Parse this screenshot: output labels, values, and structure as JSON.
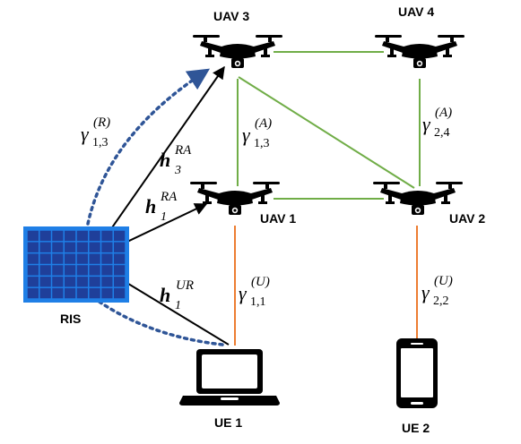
{
  "nodes": {
    "uav1": "UAV 1",
    "uav2": "UAV 2",
    "uav3": "UAV 3",
    "uav4": "UAV 4",
    "ris": "RIS",
    "ue1": "UE 1",
    "ue2": "UE 2"
  },
  "links": {
    "h3ra": {
      "base": "h",
      "sub": "3",
      "sup": "RA"
    },
    "h1ra": {
      "base": "h",
      "sub": "1",
      "sup": "RA"
    },
    "h1ur": {
      "base": "h",
      "sub": "1",
      "sup": "UR"
    },
    "g13r": {
      "base": "γ",
      "sub": "1,3",
      "sup": "(R)"
    },
    "g13a": {
      "base": "γ",
      "sub": "1,3",
      "sup": "(A)"
    },
    "g24a": {
      "base": "γ",
      "sub": "2,4",
      "sup": "(A)"
    },
    "g11u": {
      "base": "γ",
      "sub": "1,1",
      "sup": "(U)"
    },
    "g22u": {
      "base": "γ",
      "sub": "2,2",
      "sup": "(U)"
    }
  },
  "colors": {
    "uav_link": "#70ad47",
    "ue_link": "#ed7d31",
    "ris_dotted": "#2f5597",
    "ris_panel": "#1f7fe6",
    "ris_cell": "#1f3f9a",
    "black": "#000000"
  },
  "icons": {
    "uav": "drone-icon",
    "ue1": "laptop-icon",
    "ue2": "smartphone-icon",
    "ris": "ris-panel-icon"
  }
}
